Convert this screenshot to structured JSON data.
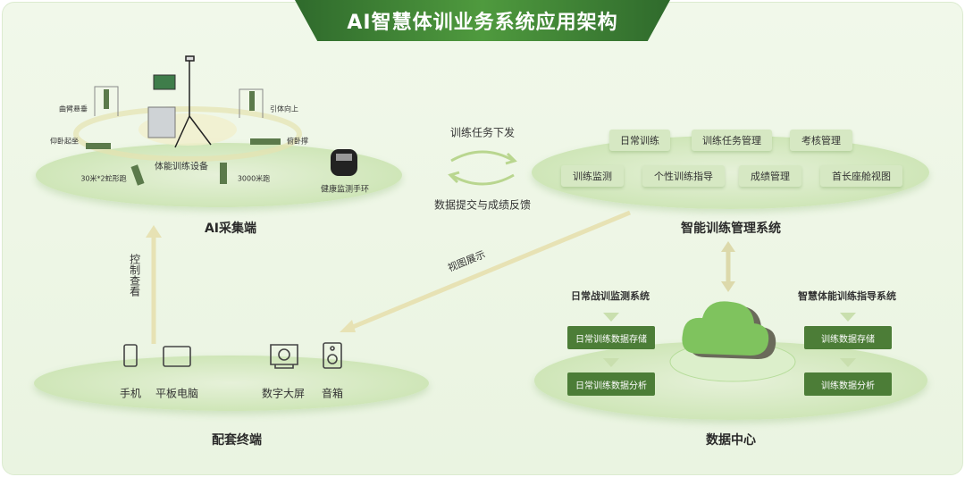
{
  "title": "AI智慧体训业务系统应用架构",
  "collection": {
    "label": "AI采集端",
    "center": "体能训练设备",
    "items": [
      "曲臂悬垂",
      "仰卧起坐",
      "30米*2蛇形跑",
      "3000米跑",
      "引体向上",
      "俯卧撑"
    ],
    "band": "健康监测手环"
  },
  "flows": {
    "task": "训练任务下发",
    "feedback": "数据提交与成绩反馈",
    "view": "视图展示",
    "control": "控制查看"
  },
  "management": {
    "label": "智能训练管理系统",
    "row1": [
      "日常训练",
      "训练任务管理",
      "考核管理"
    ],
    "row2": [
      "训练监测",
      "个性训练指导",
      "成绩管理",
      "首长座舱视图"
    ]
  },
  "terminals": {
    "label": "配套终端",
    "items": [
      "手机",
      "平板电脑",
      "数字大屏",
      "音箱"
    ]
  },
  "datacenter": {
    "label": "数据中心",
    "left": {
      "title": "日常战训监测系统",
      "boxes": [
        "日常训练数据存储",
        "日常训练数据分析"
      ]
    },
    "right": {
      "title": "智慧体能训练指导系统",
      "boxes": [
        "训练数据存储",
        "训练数据分析"
      ]
    }
  }
}
